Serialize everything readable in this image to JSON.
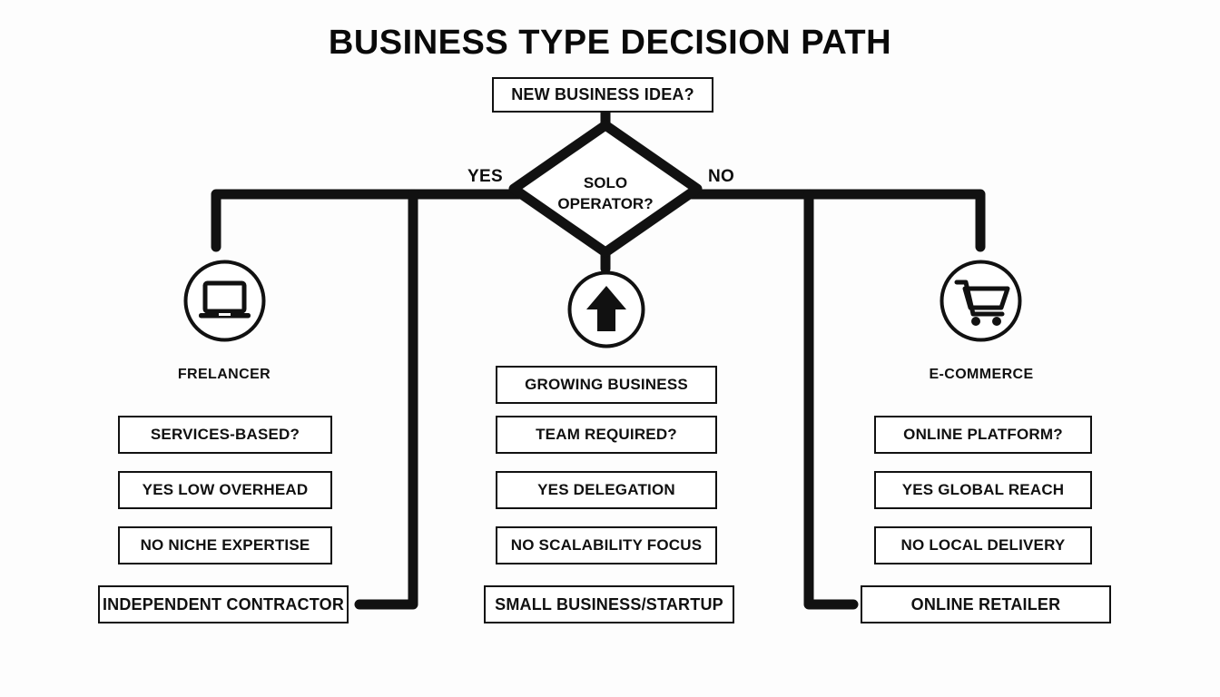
{
  "page": {
    "title": "BUSINESS TYPE DECISION PATH",
    "background_color": "#fdfdfd",
    "line_color": "#111111",
    "text_color": "#101010"
  },
  "flow": {
    "root": {
      "label": "NEW BUSINESS IDEA?",
      "shape": "rectangle"
    },
    "decision": {
      "label": "SOLO\nOPERATOR?",
      "shape": "diamond",
      "yes_label": "YES",
      "no_label": "NO"
    },
    "branches": [
      {
        "id": "freelancer",
        "icon": "laptop-icon",
        "icon_label": "FRELANCER",
        "steps": [
          {
            "label": "SERVICES-BASED?"
          },
          {
            "label": "YES  LOW OVERHEAD"
          },
          {
            "label": "NO NICHE EXPERTISE"
          }
        ],
        "terminal": "INDEPENDENT CONTRACTOR"
      },
      {
        "id": "growing",
        "icon": "up-arrow-icon",
        "icon_label": "",
        "header": "GROWING BUSINESS",
        "steps": [
          {
            "label": "TEAM REQUIRED?"
          },
          {
            "label": "YES   DELEGATION"
          },
          {
            "label": "NO SCALABILITY FOCUS"
          }
        ],
        "terminal": "SMALL BUSINESS/STARTUP"
      },
      {
        "id": "ecommerce",
        "icon": "shopping-cart-icon",
        "icon_label": "E-COMMERCE",
        "steps": [
          {
            "label": "ONLINE PLATFORM?"
          },
          {
            "label": "YES  GLOBAL REACH"
          },
          {
            "label": "NO   LOCAL DELIVERY"
          }
        ],
        "terminal": "ONLINE RETAILER"
      }
    ]
  }
}
